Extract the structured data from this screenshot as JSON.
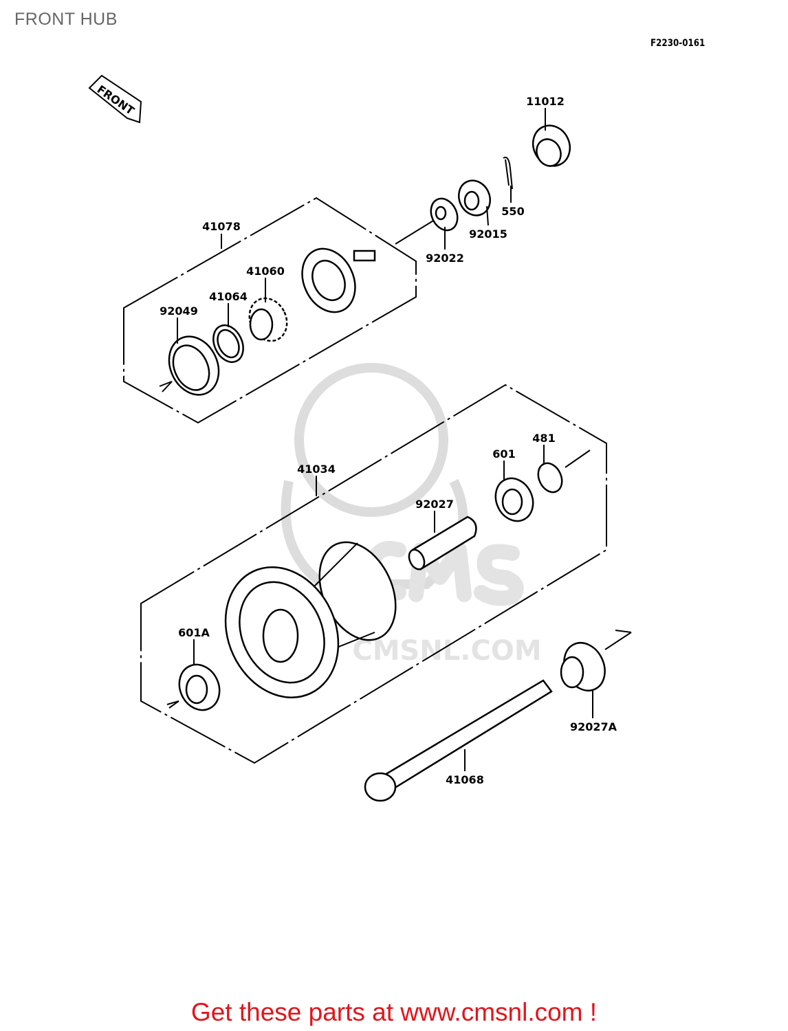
{
  "header": {
    "title": "FRONT HUB",
    "diagram_code": "F2230-0161"
  },
  "front_arrow": {
    "text": "FRONT"
  },
  "watermark": {
    "text": "CMSNL.COM"
  },
  "parts": [
    {
      "number": "11012"
    },
    {
      "number": "550"
    },
    {
      "number": "92015"
    },
    {
      "number": "92022"
    },
    {
      "number": "41078"
    },
    {
      "number": "41060"
    },
    {
      "number": "41064"
    },
    {
      "number": "92049"
    },
    {
      "number": "41034"
    },
    {
      "number": "601"
    },
    {
      "number": "481"
    },
    {
      "number": "92027"
    },
    {
      "number": "601A"
    },
    {
      "number": "92027A"
    },
    {
      "number": "41068"
    }
  ],
  "footer": {
    "text": "Get these parts at www.cmsnl.com !",
    "color": "#e3141b"
  }
}
